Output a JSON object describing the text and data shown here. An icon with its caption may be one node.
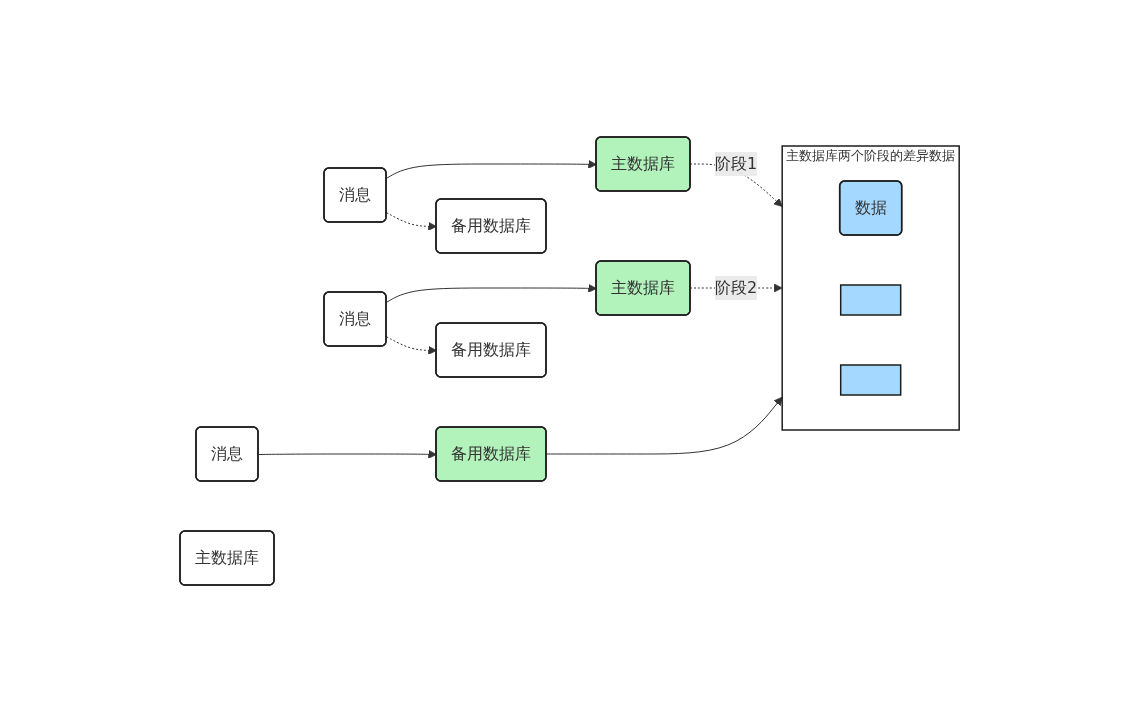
{
  "diagram": {
    "nodes": [
      {
        "text": [
          "消息"
        ]
      },
      {
        "text": [
          "主数据库"
        ]
      },
      {
        "text": [
          "备用数据库"
        ]
      },
      {
        "text": [
          "消息"
        ]
      },
      {
        "text": [
          "主数据库"
        ]
      },
      {
        "text": [
          "备用数据库"
        ]
      },
      {
        "text": [
          "主数据库两个阶段的差异数据"
        ]
      },
      {
        "text": [
          "数据"
        ],
        "in": 6
      },
      {
        "text": [],
        "shape": "box",
        "in": 6
      },
      {
        "text": [],
        "shape": "box",
        "in": 6
      },
      {
        "text": [
          "消息"
        ]
      },
      {
        "text": [
          "主数据库"
        ]
      },
      {
        "text": [
          "备用数据库"
        ]
      }
    ],
    "edges": [
      {
        "from": 0,
        "to": 1,
        "arrow": "to"
      },
      {
        "from": 0,
        "to": 2,
        "arrow": "to",
        "style": "dashed"
      },
      {
        "from": 1,
        "to": 6,
        "arrow": "to",
        "style": "dashed",
        "label": "阶段1"
      },
      {
        "from": 3,
        "to": 5,
        "arrow": "to"
      },
      {
        "from": 5,
        "to": 6,
        "arrow": "to"
      },
      {
        "from": 10,
        "to": 11,
        "arrow": "to"
      },
      {
        "from": 10,
        "to": 12,
        "arrow": "to",
        "style": "dashed"
      },
      {
        "from": 11,
        "to": 6,
        "arrow": "to",
        "style": "dashed",
        "label": "阶段2"
      }
    ]
  }
}
